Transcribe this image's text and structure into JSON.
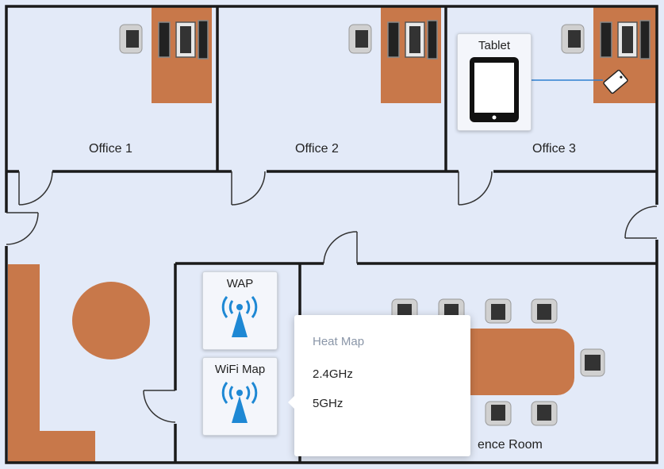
{
  "rooms": {
    "office1": "Office 1",
    "office2": "Office 2",
    "office3": "Office 3",
    "conference": "ence Room"
  },
  "devices": {
    "tablet": "Tablet",
    "wap": "WAP",
    "wifi_map": "WiFi Map"
  },
  "context_menu": {
    "header": "Heat Map",
    "items": [
      "2.4GHz",
      "5GHz"
    ]
  },
  "colors": {
    "floor": "#e3eaf8",
    "wall": "#1a1a1a",
    "furniture": "#c8784a",
    "accent": "#1e88d4"
  },
  "icons": [
    "computer-icon",
    "chair-icon",
    "door-icon",
    "tablet-icon",
    "wireless-antenna-icon"
  ]
}
